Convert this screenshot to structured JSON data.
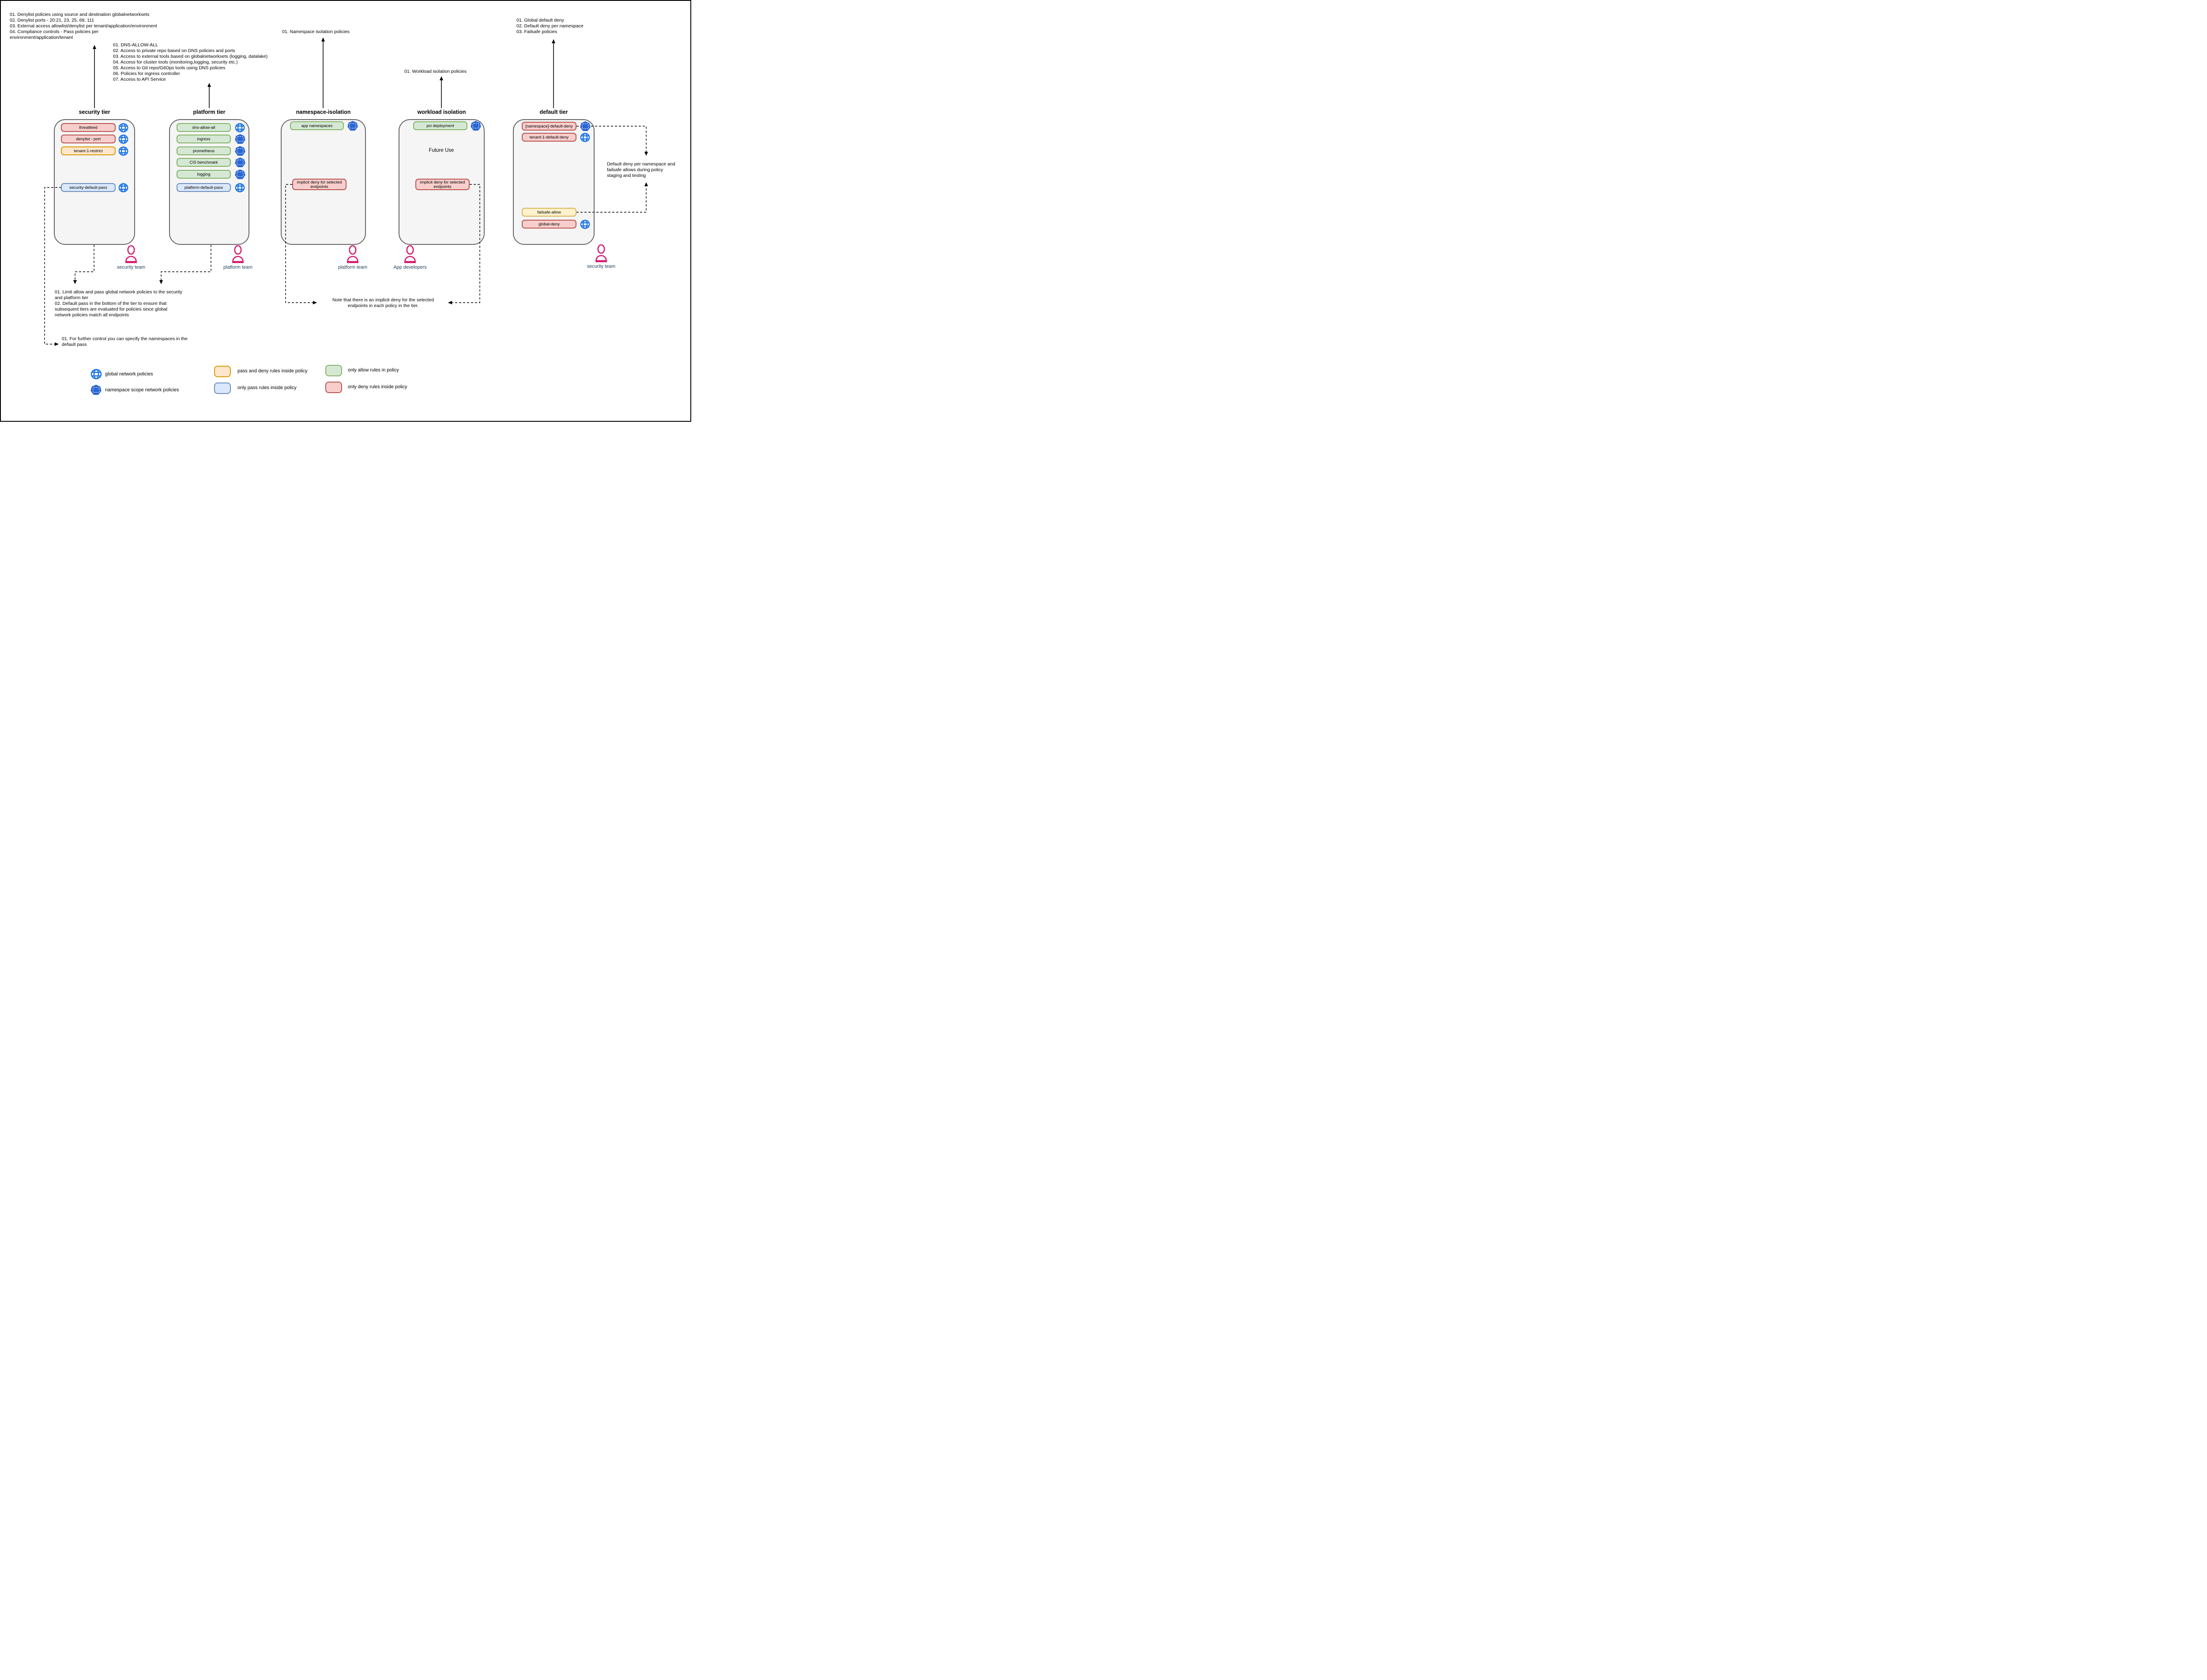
{
  "annotations": {
    "security_tier_notes": "01. Denylist policies using source and destination globalnetworksets\n02. Denylist ports - 20:21, 23, 25, 69, 111\n03. External access allowlist/denylist per tenant/application/environment\n04. Compliance controls - Pass policies per\nenvironment/application/tenant",
    "platform_tier_notes": "01. DNS-ALLOW-ALL\n02. Access to private repo based on DNS policies and ports\n03. Access to external tools based on globalnetworksets (logging, datalake)\n04. Access for cluster tools (monitoring,logging, security etc.)\n05. Access to Git repo/GitOps tools using DNS policies\n06. Policies for ingress controller\n07. Access to API Service",
    "namespace_isolation_note": "01. Namespace isolation policies",
    "workload_isolation_note": "01. Workload isolation policies",
    "default_tier_notes": "01. Global default deny\n02. Default deny per namespace\n03. Failsafe policies",
    "limit_note": "01. Limit allow and pass global network policies to the security\nand platform tier\n02. Default pass in the bottom of the tier to ensure that\nsubsequent tiers are evaluated for policies since global\nnetwork policies match all endpoints",
    "further_control_note": "01. For further control you can specify the namespaces in the\ndefault pass",
    "implicit_deny_note": "Note that there is an implicit deny for the selected\nendpoints in each policy in the tier.",
    "staging_note": "Default deny per namespace and\nfailsafe allows during policy\nstaging and testing"
  },
  "tiers": [
    {
      "title": "security tier",
      "policies": [
        {
          "label": "threatfeed",
          "style": "red",
          "scope": "globe-icon"
        },
        {
          "label": "denylist - port",
          "style": "red",
          "scope": "globe-icon"
        },
        {
          "label": "tenant-1-restrict",
          "style": "orange",
          "scope": "globe-icon"
        },
        {
          "label": "security-default-pass",
          "style": "blue",
          "scope": "globe-icon"
        }
      ]
    },
    {
      "title": "platform tier",
      "policies": [
        {
          "label": "dns-allow-all",
          "style": "green",
          "scope": "globe-icon"
        },
        {
          "label": "ingress",
          "style": "green",
          "scope": "namespace-icon"
        },
        {
          "label": "prometheus",
          "style": "green",
          "scope": "namespace-icon"
        },
        {
          "label": "CIS benchmark",
          "style": "green",
          "scope": "namespace-icon"
        },
        {
          "label": "logging",
          "style": "green",
          "scope": "namespace-icon"
        },
        {
          "label": "platform-default-pass",
          "style": "blue",
          "scope": "globe-icon"
        }
      ]
    },
    {
      "title": "namespace-isolation",
      "policies": [
        {
          "label": "app namespaces",
          "style": "green",
          "scope": "namespace-icon"
        },
        {
          "label": "implicit deny for selected endpoints",
          "style": "red",
          "scope": "none"
        }
      ]
    },
    {
      "title": "workload isolation",
      "center_label": "Future Use",
      "policies": [
        {
          "label": "pci deployment",
          "style": "green",
          "scope": "namespace-icon"
        },
        {
          "label": "implicit deny for selected endpoints",
          "style": "red",
          "scope": "none"
        }
      ]
    },
    {
      "title": "default tier",
      "policies": [
        {
          "label": "[namespace]-default-deny",
          "style": "red",
          "scope": "namespace-icon"
        },
        {
          "label": "tenant-1-default-deny",
          "style": "red",
          "scope": "globe-icon"
        },
        {
          "label": "failsafe-allow",
          "style": "yellow",
          "scope": "none"
        },
        {
          "label": "global-deny",
          "style": "red",
          "scope": "globe-icon"
        }
      ]
    }
  ],
  "teams": [
    {
      "label": "security team"
    },
    {
      "label": "platform team"
    },
    {
      "label": "platform team"
    },
    {
      "label": "App developers"
    },
    {
      "label": "security team"
    }
  ],
  "legend": {
    "items": [
      {
        "icon": "globe-icon",
        "label": "global network policies"
      },
      {
        "icon": "namespace-icon",
        "label": "namespace scope network policies"
      },
      {
        "swatch": "orange",
        "label": "pass and deny rules inside policy"
      },
      {
        "swatch": "blue",
        "label": "only pass rules inside policy"
      },
      {
        "swatch": "green",
        "label": "only allow rules in policy"
      },
      {
        "swatch": "red",
        "label": "only deny rules inside policy"
      }
    ]
  },
  "icons": {
    "globe-icon": "blue globe glyph (global network policy)",
    "namespace-icon": "blue heptagon with dashed square (namespace scoped policy)",
    "person-icon": "magenta person outline (team)"
  },
  "colors": {
    "globe_blue": "#1a73e8",
    "namespace_blue": "#2a66d4",
    "person_magenta": "#d4146a",
    "team_label": "#23445d",
    "tier_fill": "#f5f5f5",
    "tier_border": "#666666",
    "red_fill": "#f8cecc",
    "red_border": "#b85450",
    "orange_fill": "#ffe6cc",
    "orange_border": "#d79b00",
    "yellow_fill": "#fff2cc",
    "yellow_border": "#d6b656",
    "green_fill": "#d5e8d4",
    "green_border": "#82b366",
    "blue_fill": "#dae8fc",
    "blue_border": "#6c8ebf"
  }
}
